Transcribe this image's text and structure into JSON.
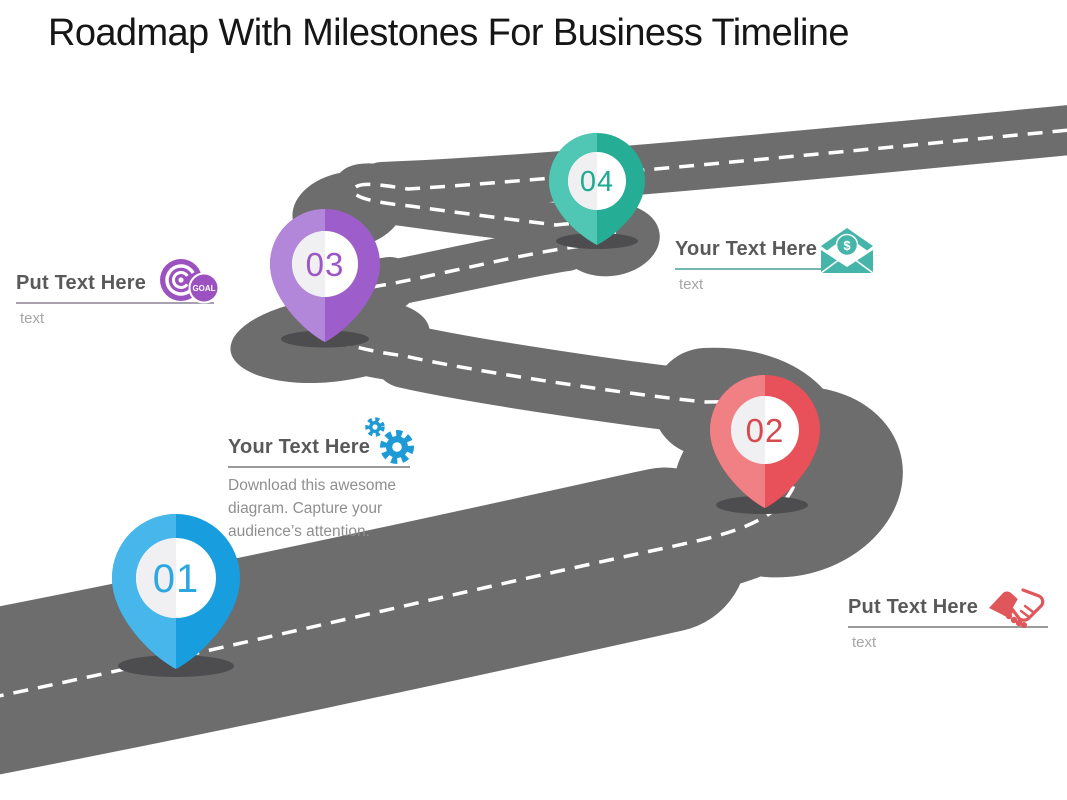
{
  "title": "Roadmap With Milestones For Business Timeline",
  "milestones": [
    {
      "number": "01",
      "color": "#189ede",
      "color_light": "#47b7eb"
    },
    {
      "number": "02",
      "color": "#e8505a",
      "color_light": "#f08084"
    },
    {
      "number": "03",
      "color": "#9d5ecb",
      "color_light": "#b286d8"
    },
    {
      "number": "04",
      "color": "#25ad95",
      "color_light": "#4fc7b4"
    }
  ],
  "labels": {
    "goal": {
      "heading": "Put Text Here",
      "body": "text"
    },
    "money": {
      "heading": "Your Text Here",
      "body": "text"
    },
    "gears": {
      "heading": "Your Text Here",
      "body": "Download this awesome diagram. Capture your audience’s attention."
    },
    "handshake": {
      "heading": "Put Text Here",
      "body": "text"
    }
  },
  "icons": {
    "goal": "goal-target-icon",
    "money": "money-envelope-icon",
    "gears": "gears-icon",
    "handshake": "handshake-icon",
    "goal_badge": "GOAL",
    "money_symbol": "$"
  },
  "colors": {
    "road": "#6d6d6d",
    "dash_line": "#ffffff",
    "pin_shadow": "#4d4d4f",
    "title_text": "#161616",
    "heading_text": "#595959",
    "sub_text": "#a6a6a6",
    "body_text": "#8f8f8f",
    "icon_blue": "#1e9ad6",
    "icon_teal": "#45b5aa",
    "icon_purple": "#9b51c0",
    "icon_red": "#e0575b"
  }
}
